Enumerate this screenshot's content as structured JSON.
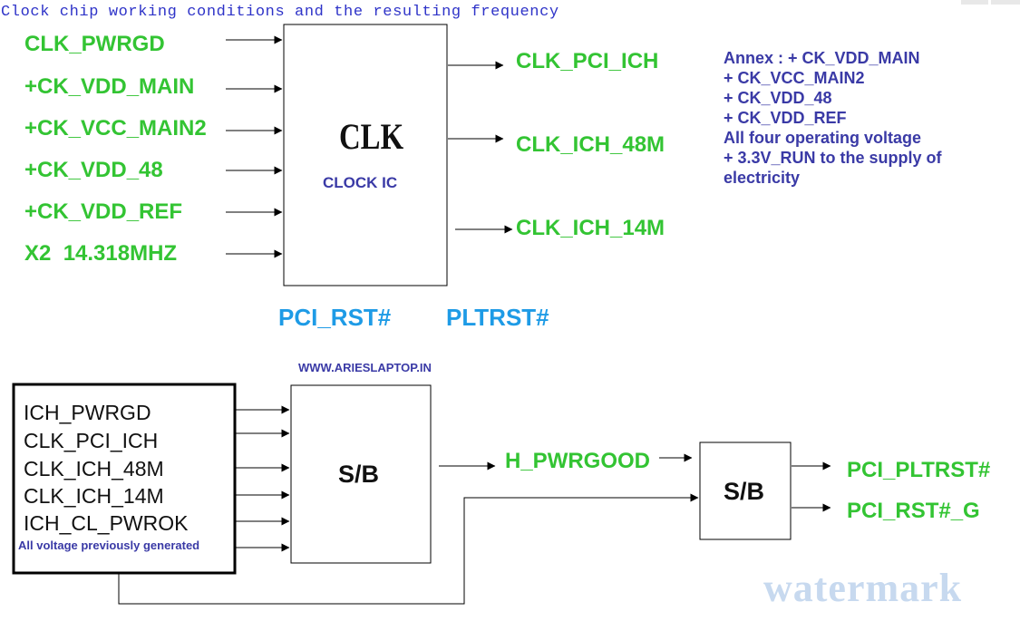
{
  "title": "Clock chip working conditions and the resulting frequency",
  "clock_chip": {
    "inputs": [
      "CLK_PWRGD",
      "+CK_VDD_MAIN",
      "+CK_VCC_MAIN2",
      "+CK_VDD_48",
      "+CK_VDD_REF",
      "X2  14.318MHZ"
    ],
    "box_title": "CLK",
    "box_subtitle": "CLOCK IC",
    "outputs": [
      "CLK_PCI_ICH",
      "CLK_ICH_48M",
      "CLK_ICH_14M"
    ],
    "below_labels": [
      "PCI_RST#",
      "PLTRST#"
    ]
  },
  "annex": {
    "lines": [
      "Annex : + CK_VDD_MAIN",
      "+ CK_VCC_MAIN2",
      "+ CK_VDD_48",
      "+ CK_VDD_REF",
      "All four operating voltage",
      "+ 3.3V_RUN to the supply of",
      "electricity"
    ]
  },
  "website": "WWW.ARIESLAPTOP.IN",
  "ich_block": {
    "signals": [
      "ICH_PWRGD",
      "CLK_PCI_ICH",
      "CLK_ICH_48M",
      "CLK_ICH_14M",
      "ICH_CL_PWROK"
    ],
    "note": "All voltage previously generated"
  },
  "south_bridge_1": {
    "label": "S/B"
  },
  "h_pwrgood": "H_PWRGOOD",
  "south_bridge_2": {
    "label": "S/B"
  },
  "outputs_2": [
    "PCI_PLTRST#",
    "PCI_RST#_G"
  ],
  "watermark": "watermark",
  "colors": {
    "signal_green": "#33c433",
    "signal_blue": "#1e9be6",
    "annex_navy": "#3a3aa6",
    "title_blue": "#2e33c8",
    "watermark": "#c7d9ef"
  }
}
